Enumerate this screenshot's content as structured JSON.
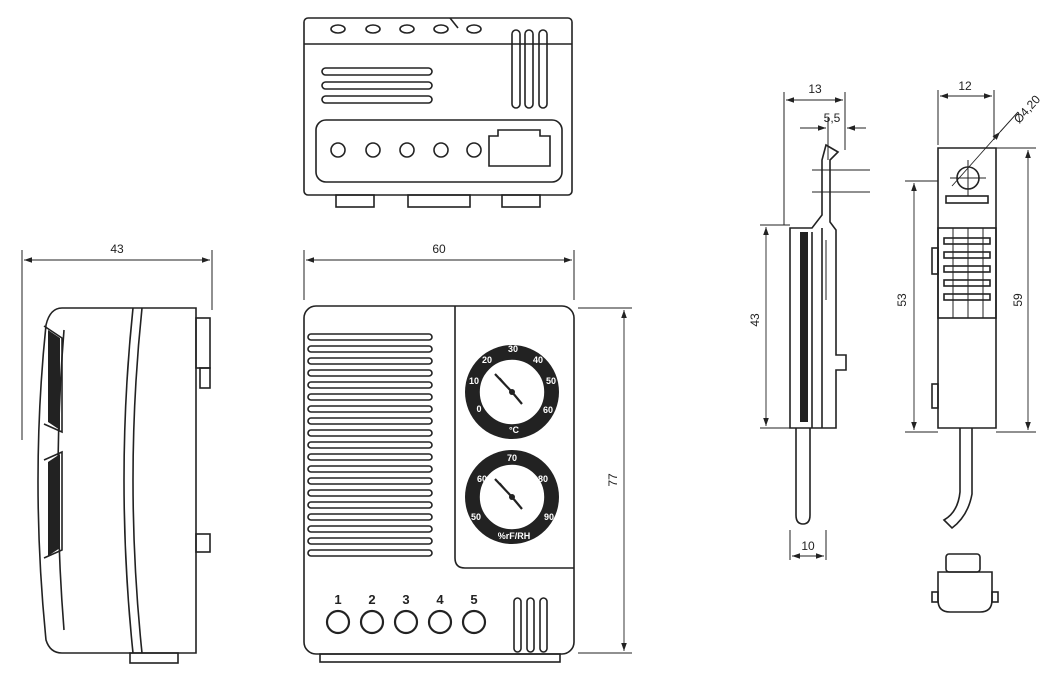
{
  "dimensions": {
    "side_width": "43",
    "front_width": "60",
    "front_height": "77",
    "clip_top_width": "13",
    "clip_offset": "5,5",
    "clip_height": "43",
    "clip_bottom_width": "10",
    "rear_width": "12",
    "hole_diameter": "Ø4,20",
    "rear_inner_height": "53",
    "rear_outer_height": "59"
  },
  "temperature_dial": {
    "scale": [
      "0",
      "10",
      "20",
      "30",
      "40",
      "50",
      "60"
    ],
    "unit": "°C"
  },
  "humidity_dial": {
    "scale": [
      "50",
      "60",
      "70",
      "80",
      "90"
    ],
    "unit": "%rF/RH"
  },
  "terminals": [
    "1",
    "2",
    "3",
    "4",
    "5"
  ]
}
